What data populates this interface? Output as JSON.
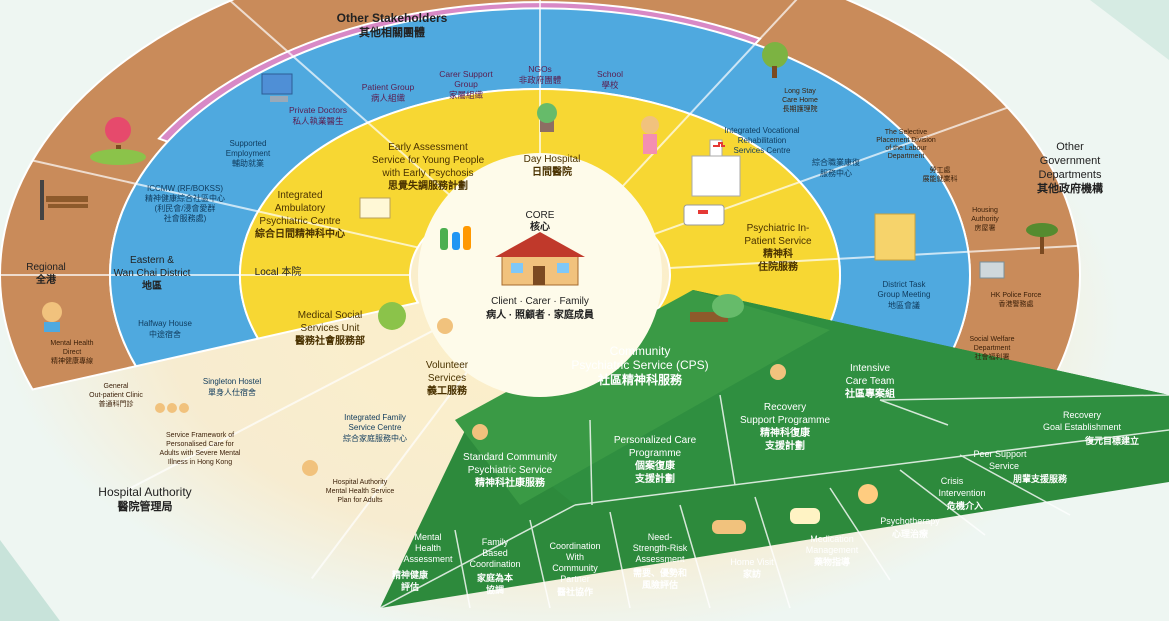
{
  "labels": {
    "other_stakeholders": {
      "en": "Other Stakeholders",
      "zh": "其他相關團體"
    },
    "other_government": {
      "en1": "Other",
      "en2": "Government",
      "en3": "Departments",
      "zh": "其他政府機構"
    },
    "regional": {
      "en": "Regional",
      "zh": "全港"
    },
    "eastern": {
      "en1": "Eastern &",
      "en2": "Wan Chai District",
      "zh": "地區"
    },
    "local": {
      "en": "Local 本院"
    },
    "hospital_authority": {
      "en": "Hospital Authority",
      "zh": "醫院管理局"
    },
    "core": {
      "en": "CORE",
      "zh": "核心"
    },
    "client": {
      "en": "Client · Carer · Family",
      "zh": "病人 · 照顧者 · 家庭成員"
    }
  },
  "stakeholders": [
    {
      "en": "Private Doctors",
      "zh": "私人執業醫生"
    },
    {
      "en1": "Patient Group",
      "zh": "病人組織"
    },
    {
      "en1": "Carer Support",
      "en2": "Group",
      "zh": "家屬組織"
    },
    {
      "en1": "NGOs",
      "zh": "非政府團體"
    },
    {
      "en1": "School",
      "zh": "學校"
    }
  ],
  "yellow": {
    "early": {
      "en1": "Early Assessment",
      "en2": "Service for Young People",
      "en3": "with Early Psychosis",
      "zh": "思覺失調服務計劃"
    },
    "day": {
      "en": "Day Hospital",
      "zh": "日間醫院"
    },
    "iapc": {
      "en1": "Integrated",
      "en2": "Ambulatory",
      "en3": "Psychiatric Centre",
      "zh": "綜合日間精神科中心"
    },
    "inpatient": {
      "en1": "Psychiatric In-",
      "en2": "Patient Service",
      "zh1": "精神科",
      "zh2": "住院服務"
    },
    "msw": {
      "en1": "Medical Social",
      "en2": "Services Unit",
      "zh": "醫務社會服務部"
    },
    "volunteer": {
      "en1": "Volunteer",
      "en2": "Services",
      "zh": "義工服務"
    }
  },
  "blue": {
    "supported": {
      "en1": "Supported",
      "en2": "Employment",
      "zh": "輔助就業"
    },
    "iccmw": {
      "en": "ICCMW (RF/BOKSS)",
      "zh1": "精神健康綜合社區中心",
      "zh2": "(利民會/浸會愛群",
      "zh3": "社會服務處)"
    },
    "ivrsc": {
      "en1": "Integrated Vocational",
      "en2": "Rehabilitation",
      "en3": "Services Centre",
      "zh1": "綜合職業康復",
      "zh2": "服務中心"
    },
    "halfway": {
      "en": "Halfway House",
      "zh": "中途宿舍"
    },
    "singleton": {
      "en": "Singleton Hostel",
      "zh": "單身人仕宿舍"
    },
    "ifsc": {
      "en1": "Integrated Family",
      "en2": "Service Centre",
      "zh": "綜合家庭服務中心"
    },
    "dtgm": {
      "en1": "District Task",
      "en2": "Group Meeting",
      "zh": "地區會議"
    }
  },
  "brown": {
    "longstay": {
      "en1": "Long Stay",
      "en2": "Care Home",
      "zh": "長期護理院"
    },
    "spd": {
      "en1": "The Selective",
      "en2": "Placement Division",
      "en3": "of the Labour",
      "en4": "Department",
      "zh1": "勞工處",
      "zh2": "展能就業科"
    },
    "housing": {
      "en1": "Housing",
      "en2": "Authority",
      "zh": "房屋署"
    },
    "police": {
      "en": "HK Police Force",
      "zh": "香港警務處"
    },
    "swd": {
      "en1": "Social Welfare",
      "en2": "Department",
      "zh": "社會福利署"
    },
    "mhd": {
      "en1": "Mental Health",
      "en2": "Direct",
      "zh": "精神健康專線"
    },
    "gopc": {
      "en1": "General",
      "en2": "Out-patient Clinic",
      "zh": "普通科門診"
    },
    "framework": {
      "en1": "Service Framework of",
      "en2": "Personalised Care for",
      "en3": "Adults with Severe Mental",
      "en4": "Illness in Hong Kong"
    },
    "hamhsp": {
      "en1": "Hospital Authority",
      "en2": "Mental Health Service",
      "en3": "Plan for Adults"
    }
  },
  "green": {
    "cps": {
      "en1": "Community",
      "en2": "Psychiatric Service (CPS)",
      "zh": "社區精神科服務"
    },
    "ict": {
      "en1": "Intensive",
      "en2": "Care Team",
      "zh": "社區專案組"
    },
    "scps": {
      "en1": "Standard Community",
      "en2": "Psychiatric Service",
      "zh": "精神科社康服務"
    },
    "pcp": {
      "en1": "Personalized Care",
      "en2": "Programme",
      "zh1": "個案復康",
      "zh2": "支援計劃"
    },
    "rsp": {
      "en1": "Recovery",
      "en2": "Support Programme",
      "zh1": "精神科復康",
      "zh2": "支援計劃"
    },
    "rge": {
      "en1": "Recovery",
      "en2": "Goal Establishment",
      "zh": "復元目標建立"
    },
    "mha": {
      "en1": "Mental",
      "en2": "Health",
      "en3": "Assessment",
      "zh1": "精神健康",
      "zh2": "評估"
    },
    "fbc": {
      "en1": "Family",
      "en2": "Based",
      "en3": "Coordination",
      "zh1": "家庭為本",
      "zh2": "協調"
    },
    "cwcp": {
      "en1": "Coordination",
      "en2": "With",
      "en3": "Community",
      "en4": "Partner",
      "zh": "醫社協作"
    },
    "nsra": {
      "en1": "Need-",
      "en2": "Strength-Risk",
      "en3": "Assessment",
      "zh1": "需要、優勢和",
      "zh2": "風險評估"
    },
    "home": {
      "en": "Home Visit",
      "zh": "家訪"
    },
    "med": {
      "en1": "Medication",
      "en2": "Management",
      "zh": "藥物指導"
    },
    "psy": {
      "en": "Psychotherapy",
      "zh": "心理治療"
    },
    "crisis": {
      "en1": "Crisis",
      "en2": "Intervention",
      "zh": "危機介入"
    },
    "peer": {
      "en1": "Peer Support",
      "en2": "Service",
      "zh": "朋輩支援服務"
    }
  },
  "colors": {
    "yellow": "#f7d733",
    "blue": "#4fa9df",
    "brown": "#c98b5a",
    "pink": "#d889c6",
    "green": "#2d8a3c",
    "green_dark": "#1f6b2c"
  }
}
